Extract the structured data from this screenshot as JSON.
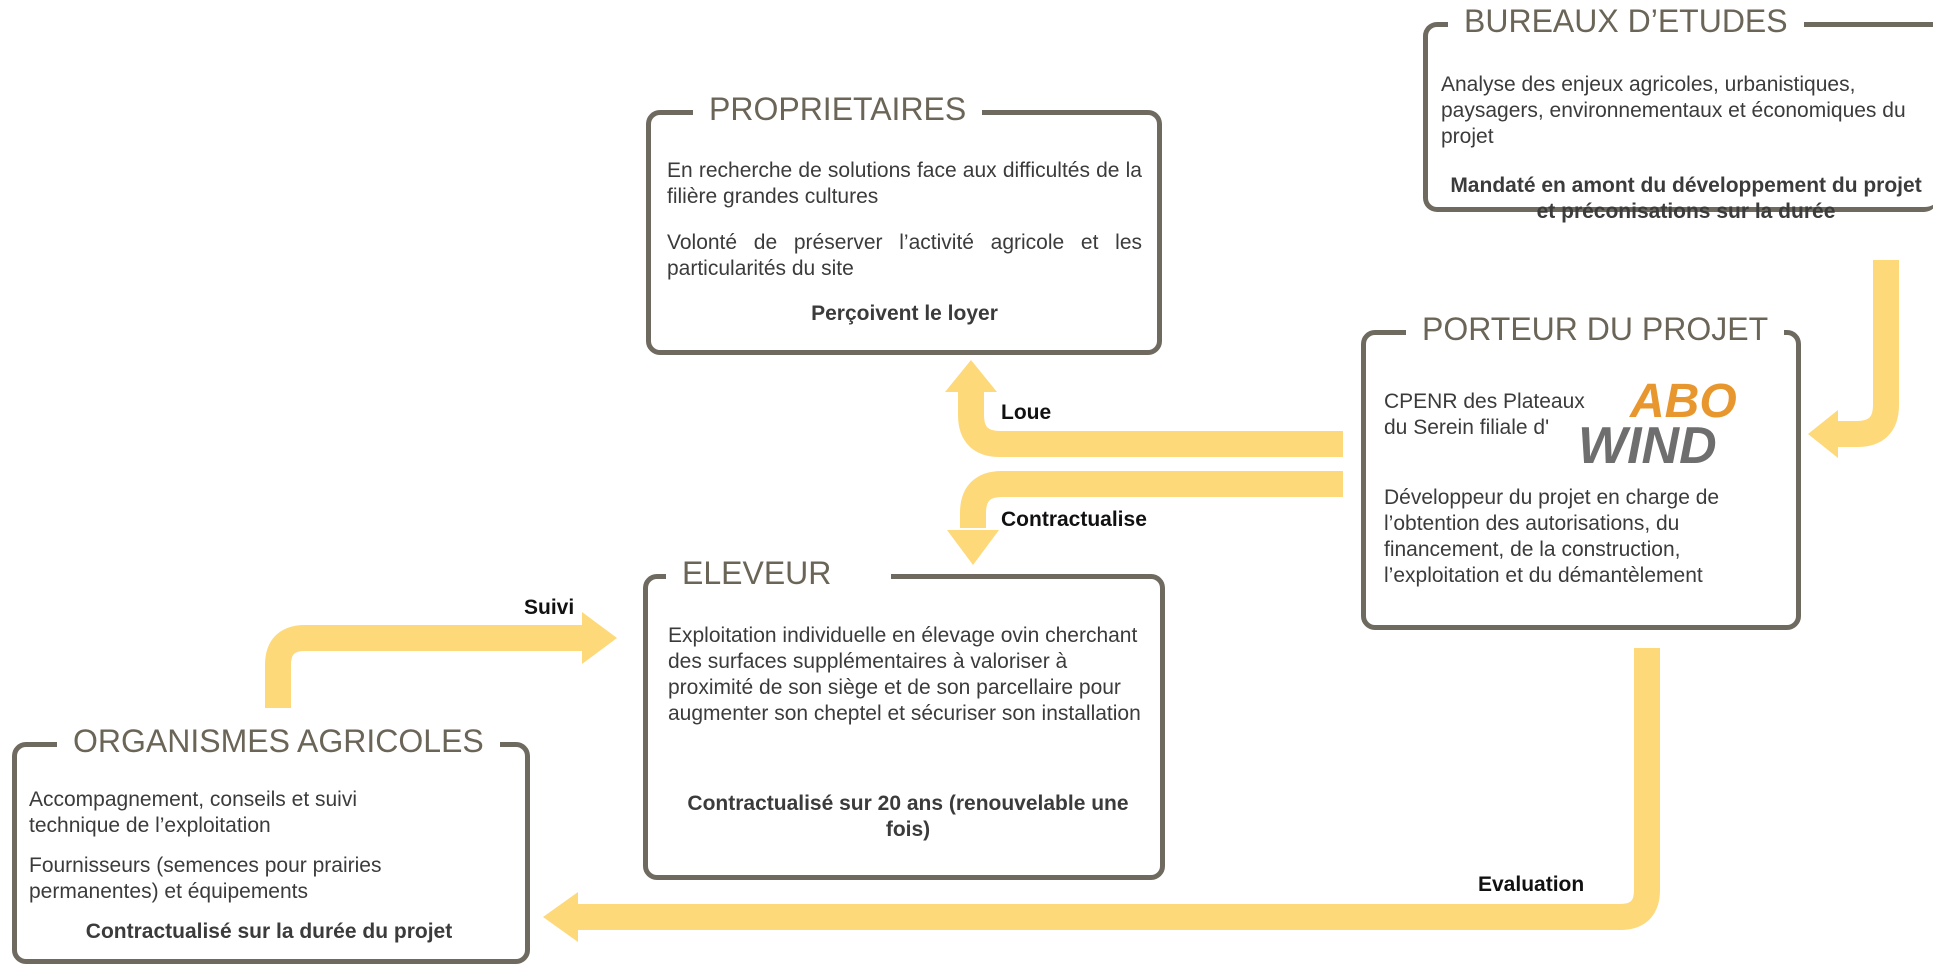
{
  "colors": {
    "arrow": "#FDD97A",
    "border": "#6F6A5F",
    "title": "#6B6558",
    "logo_orange": "#E8972E",
    "logo_grey": "#6E6E6E"
  },
  "bureaux": {
    "title": "BUREAUX D’ETUDES",
    "text": "Analyse des enjeux agricoles, urbanistiques, paysagers, environnementaux et économiques du projet",
    "bold": "Mandaté en amont du développement du projet et préconisations sur la durée"
  },
  "proprietaires": {
    "title": "PROPRIETAIRES",
    "text1": "En recherche de solutions face aux difficultés de la filière grandes cultures",
    "text2": "Volonté de préserver l’activité agricole et les particularités du site",
    "bold": "Perçoivent le loyer"
  },
  "porteur": {
    "title": "PORTEUR DU PROJET",
    "company": "CPENR des Plateaux du Serein filiale d'",
    "logo_top": "ABO",
    "logo_bottom": "WIND",
    "text": "Développeur du projet en charge de l’obtention des autorisations, du financement, de la construction, l’exploitation et du démantèlement"
  },
  "eleveur": {
    "title": "ELEVEUR",
    "text": "Exploitation individuelle en élevage ovin cherchant des surfaces supplémentaires à valoriser à proximité de son siège et de son parcellaire pour augmenter son cheptel et sécuriser son installation",
    "bold": "Contractualisé sur 20 ans (renouvelable une fois)"
  },
  "organismes": {
    "title": "ORGANISMES AGRICOLES",
    "text1": "Accompagnement, conseils et suivi technique de l’exploitation",
    "text2": "Fournisseurs (semences pour prairies permanentes) et équipements",
    "bold": "Contractualisé sur la durée du projet"
  },
  "labels": {
    "loue": "Loue",
    "contractualise": "Contractualise",
    "suivi": "Suivi",
    "evaluation": "Evaluation"
  }
}
